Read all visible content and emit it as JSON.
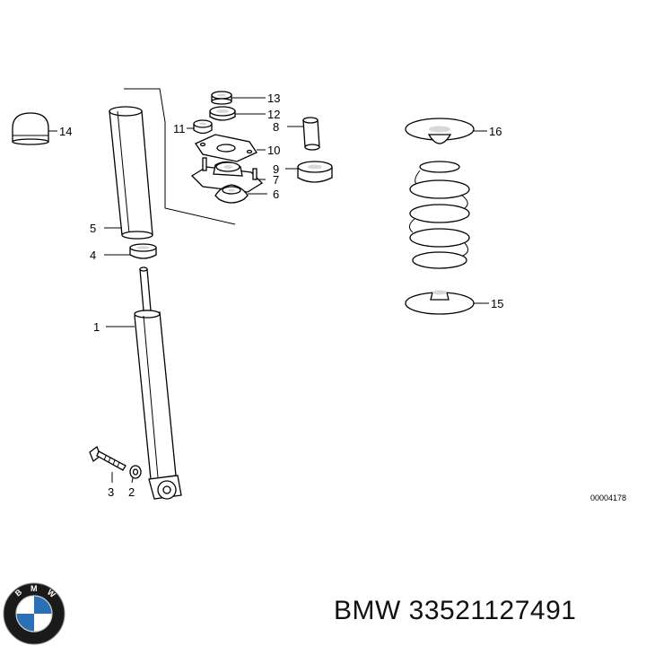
{
  "callouts": {
    "c1": "1",
    "c2": "2",
    "c3": "3",
    "c4": "4",
    "c5": "5",
    "c6": "6",
    "c7": "7",
    "c8": "8",
    "c9": "9",
    "c10": "10",
    "c11": "11",
    "c12": "12",
    "c13": "13",
    "c14": "14",
    "c15": "15",
    "c16": "16"
  },
  "drawing_code": "00004178",
  "caption": "BMW 33521127491",
  "logo": {
    "icon": "bmw-roundel-icon",
    "text": "BMW",
    "colors": {
      "blue": "#2b6fb6",
      "ring": "#1a1a1a",
      "white": "#ffffff"
    }
  }
}
